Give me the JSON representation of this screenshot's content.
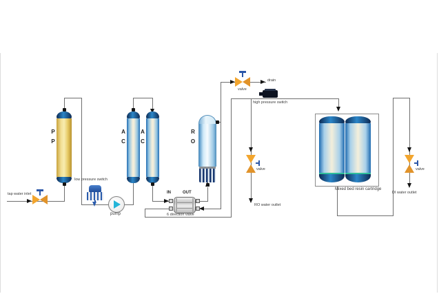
{
  "labels": {
    "tap_water_inlet": "tap water inlet",
    "pp_column": "P\nP",
    "ac_column": "A\nC",
    "ro_column": "R\nO",
    "low_pressure_switch": "low pressure switch",
    "pump": "pump",
    "port_in": "IN",
    "port_out": "OUT",
    "six_direction_valve": "6 direction valve",
    "valve": "valve",
    "drain": "drain",
    "high_pressure_switch": "high pressure switch",
    "ro_water_outlet": "RO water outlet",
    "mixed_bed_resin_cartridge": "Mixed bed resin cartridge",
    "di_water_outlet": "DI water outlet"
  },
  "colors": {
    "pipe": "#6e6e6e",
    "valve_orange": "#f2a52e",
    "handle_blue": "#2a56a8",
    "pump_cyan": "#25b5d8",
    "pp_yellow": "#f2df96",
    "column_navy": "#11305e",
    "ac_blue": "#1f6bb0",
    "switch_blue": "#2a5cac",
    "hp_switch_black": "#0c1220"
  }
}
